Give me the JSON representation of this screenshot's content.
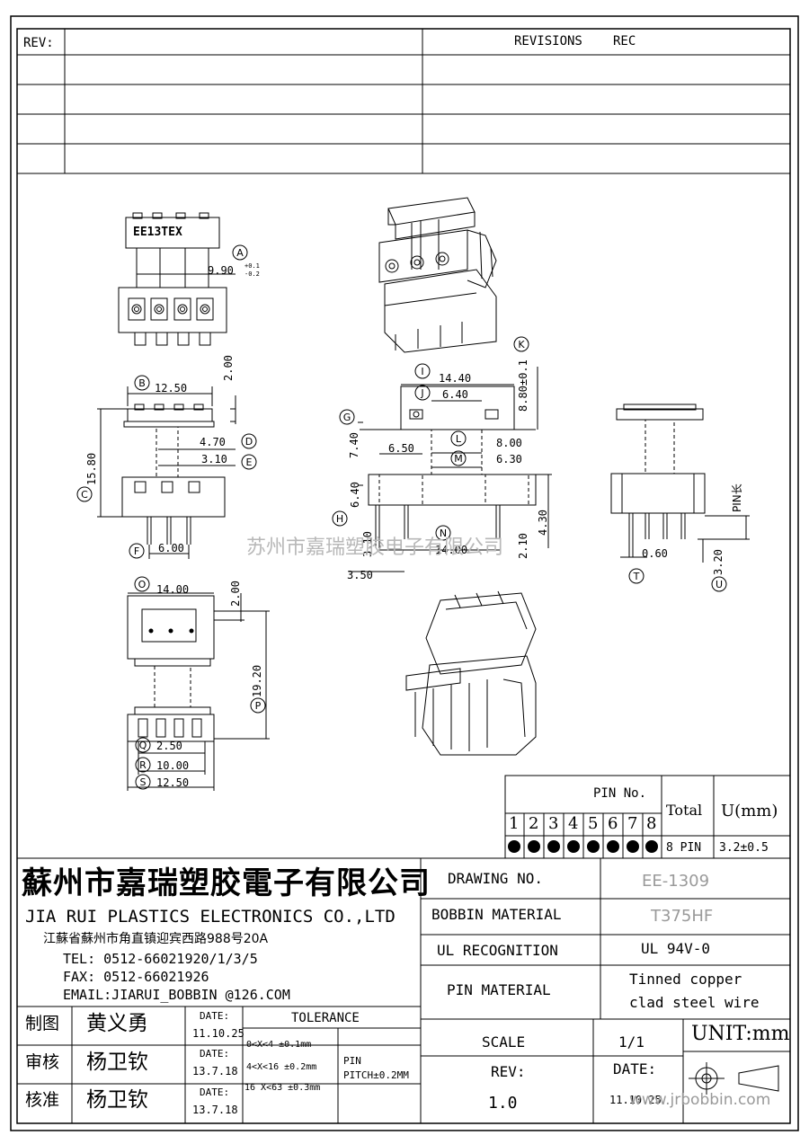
{
  "revision_block": {
    "rev_label": "REV:",
    "revisions_label": "REVISIONS",
    "rec_label": "REC"
  },
  "part_label": "EE13TEX",
  "callouts": [
    "A",
    "B",
    "C",
    "D",
    "E",
    "F",
    "G",
    "H",
    "I",
    "J",
    "K",
    "L",
    "M",
    "N",
    "O",
    "P",
    "Q",
    "R",
    "S",
    "T",
    "U"
  ],
  "dimensions": {
    "a": "9.90",
    "a_tol_plus": "+0.1",
    "a_tol_minus": "-0.2",
    "b": "12.50",
    "top_2_00": "2.00",
    "d": "4.70",
    "e": "3.10",
    "c": "15.80",
    "f": "6.00",
    "i": "14.40",
    "j": "6.40",
    "k": "8.80±0.1",
    "g": "7.40",
    "l": "8.00",
    "m": "6.30",
    "left_6_50": "6.50",
    "h": "6.40",
    "h_small": "3.10",
    "n": "14.00",
    "n_small": "2.10",
    "right_4_30": "4.30",
    "left_3_50": "3.50",
    "o": "14.00",
    "o_2_00": "2.00",
    "p": "19.20",
    "q": "2.50",
    "r": "10.00",
    "s": "12.50",
    "t": "0.60",
    "u": "3.20",
    "pin_length_label": "PIN长"
  },
  "watermark_text": "苏州市嘉瑞塑胶电子有限公司",
  "pin_table": {
    "header": "PIN No.",
    "pins": [
      "1",
      "2",
      "3",
      "4",
      "5",
      "6",
      "7",
      "8"
    ],
    "total_label": "Total",
    "total_value": "8 PIN",
    "u_label": "U(mm)",
    "u_value": "3.2±0.5"
  },
  "company": {
    "name_cn": "蘇州市嘉瑞塑胶電子有限公司",
    "name_en": "JIA RUI PLASTICS ELECTRONICS CO.,LTD",
    "address": "江蘇省蘇州市角直镇迎宾西路988号20A",
    "tel": "TEL: 0512-66021920/1/3/5",
    "fax": "FAX: 0512-66021926",
    "email": "EMAIL:JIARUI_BOBBIN @126.COM"
  },
  "title_block": {
    "drawing_no_label": "DRAWING  NO.",
    "drawing_no_value": "EE-1309",
    "bobbin_material_label": "BOBBIN  MATERIAL",
    "bobbin_material_value": "T375HF",
    "ul_label": "UL RECOGNITION",
    "ul_value": "UL 94V-0",
    "pin_material_label": "PIN MATERIAL",
    "pin_material_value_1": "Tinned copper",
    "pin_material_value_2": "clad steel wire",
    "scale_label": "SCALE",
    "scale_value": "1/1",
    "unit_label": "UNIT:mm",
    "rev_label": "REV:",
    "rev_value": "1.0",
    "date_label": "DATE:",
    "date_value": "11.10.25",
    "website": "www.jrbobbin.com"
  },
  "approvals": [
    {
      "role": "制图",
      "name": "黄义勇",
      "date_label": "DATE:",
      "date": "11.10.25"
    },
    {
      "role": "审核",
      "name": "杨卫钦",
      "date_label": "DATE:",
      "date": "13.7.18"
    },
    {
      "role": "核准",
      "name": "杨卫钦",
      "date_label": "DATE:",
      "date": "13.7.18"
    }
  ],
  "tolerance": {
    "title": "TOLERANCE",
    "rows": [
      "0<X<4  ±0.1mm",
      "4<X<16 ±0.2mm",
      "16 X<63 ±0.3mm"
    ],
    "pin_label": "PIN",
    "pin_pitch": "PITCH±0.2MM"
  }
}
